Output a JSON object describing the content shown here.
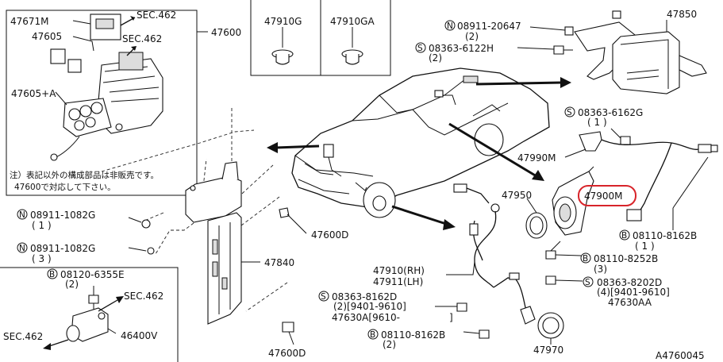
{
  "diagram_id": "A4760045",
  "labels": {
    "p47671M": "47671M",
    "p47605": "47605",
    "p47605A": "47605+A",
    "sec462_a": "SEC.462",
    "sec462_b": "SEC.462",
    "p47600": "47600",
    "p47910G": "47910G",
    "p47910GA": "47910GA",
    "n08911_20647": "08911-20647",
    "n08911_20647_q": "(2)",
    "s08363_6122H": "08363-6122H",
    "s08363_6122H_q": "(2)",
    "p47850": "47850",
    "s08363_6162G": "08363-6162G",
    "s08363_6162G_q": "( 1 )",
    "p47990M": "47990M",
    "p47950": "47950",
    "p47900M": "47900M",
    "n08911_1082G_1": "08911-1082G",
    "n08911_1082G_1_q": "( 1 )",
    "n08911_1082G_2": "08911-1082G",
    "n08911_1082G_2_q": "( 3 )",
    "p47600D_1": "47600D",
    "p47840": "47840",
    "b08110_8162B_1": "08110-8162B",
    "b08110_8162B_1_q": "( 1 )",
    "b08110_8252B": "08110-8252B",
    "b08110_8252B_q": "(3)",
    "b08120_6355E": "08120-6355E",
    "b08120_6355E_q": "(2)",
    "sec462_c": "SEC.462",
    "sec462_d": "SEC.462",
    "p46400V": "46400V",
    "p47910RH": "47910(RH)",
    "p47911LH": "47911(LH)",
    "s08363_8162D": "08363-8162D",
    "s08363_8162D_q": "(2)[9401-9610]",
    "p47630A": "47630A[9610-",
    "p47630A_end": "]",
    "s08363_8202D": "08363-8202D",
    "s08363_8202D_q": "(4)[9401-9610]",
    "p47630AA": "47630AA",
    "b08110_8162B_2": "08110-8162B",
    "b08110_8162B_2_q": "(2)",
    "p47970": "47970",
    "p47600D_2": "47600D",
    "note_line1": "注）表記以外の構成部品は非販売です。",
    "note_line2": "47600で対応して下さい。"
  },
  "prefix": {
    "n": "N",
    "s": "S",
    "b": "B"
  },
  "colors": {
    "highlight": "#d8242a",
    "line": "#111111"
  }
}
